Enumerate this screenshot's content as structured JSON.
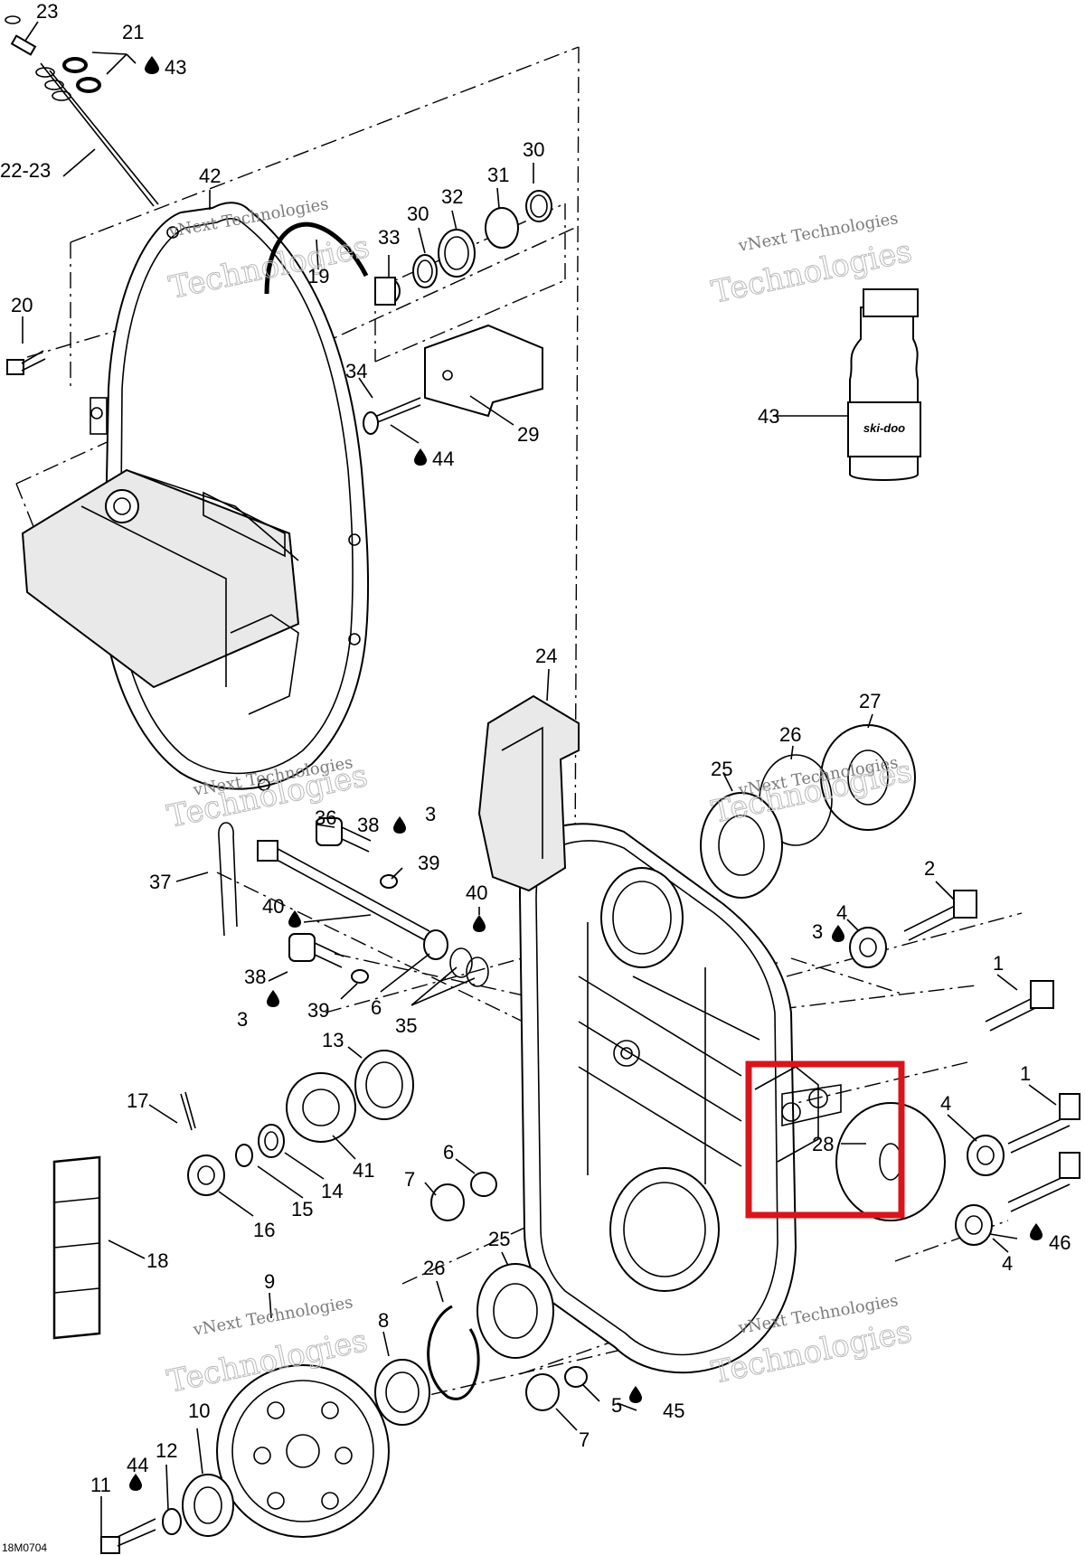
{
  "labels": {
    "l23a": "23",
    "l21": "21",
    "l43a": "43",
    "l22_23": "22-23",
    "l42": "42",
    "l30a": "30",
    "l31": "31",
    "l32": "32",
    "l30b": "30",
    "l33": "33",
    "l19": "19",
    "l20": "20",
    "l34": "34",
    "l29": "29",
    "l44a": "44",
    "l43b": "43",
    "l24": "24",
    "l27": "27",
    "l26a": "26",
    "l25a": "25",
    "l36": "36",
    "l38a": "38",
    "l3a": "3",
    "l37": "37",
    "l39a": "39",
    "l2": "2",
    "l40a": "40",
    "l40b": "40",
    "l4a": "4",
    "l3b": "3",
    "l38b": "38",
    "l1a": "1",
    "l3c": "3",
    "l39b": "39",
    "l6a": "6",
    "l35": "35",
    "l13": "13",
    "l1b": "1",
    "l4b": "4",
    "l28": "28",
    "l17": "17",
    "l41": "41",
    "l14": "14",
    "l6b": "6",
    "l7a": "7",
    "l15": "15",
    "l16": "16",
    "l46": "46",
    "l4c": "4",
    "l25b": "25",
    "l18": "18",
    "l26b": "26",
    "l9": "9",
    "l8": "8",
    "l10": "10",
    "l5": "5",
    "l45": "45",
    "l7b": "7",
    "l12": "12",
    "l44b": "44",
    "l11": "11"
  },
  "watermark_text": [
    "vNext Technologies",
    "Technologies"
  ],
  "bottle_brand": "ski-doo",
  "figure_code": "18M0704",
  "colors": {
    "highlight": "#d9141b",
    "line": "#000000",
    "watermark": "#9a9a9a"
  }
}
